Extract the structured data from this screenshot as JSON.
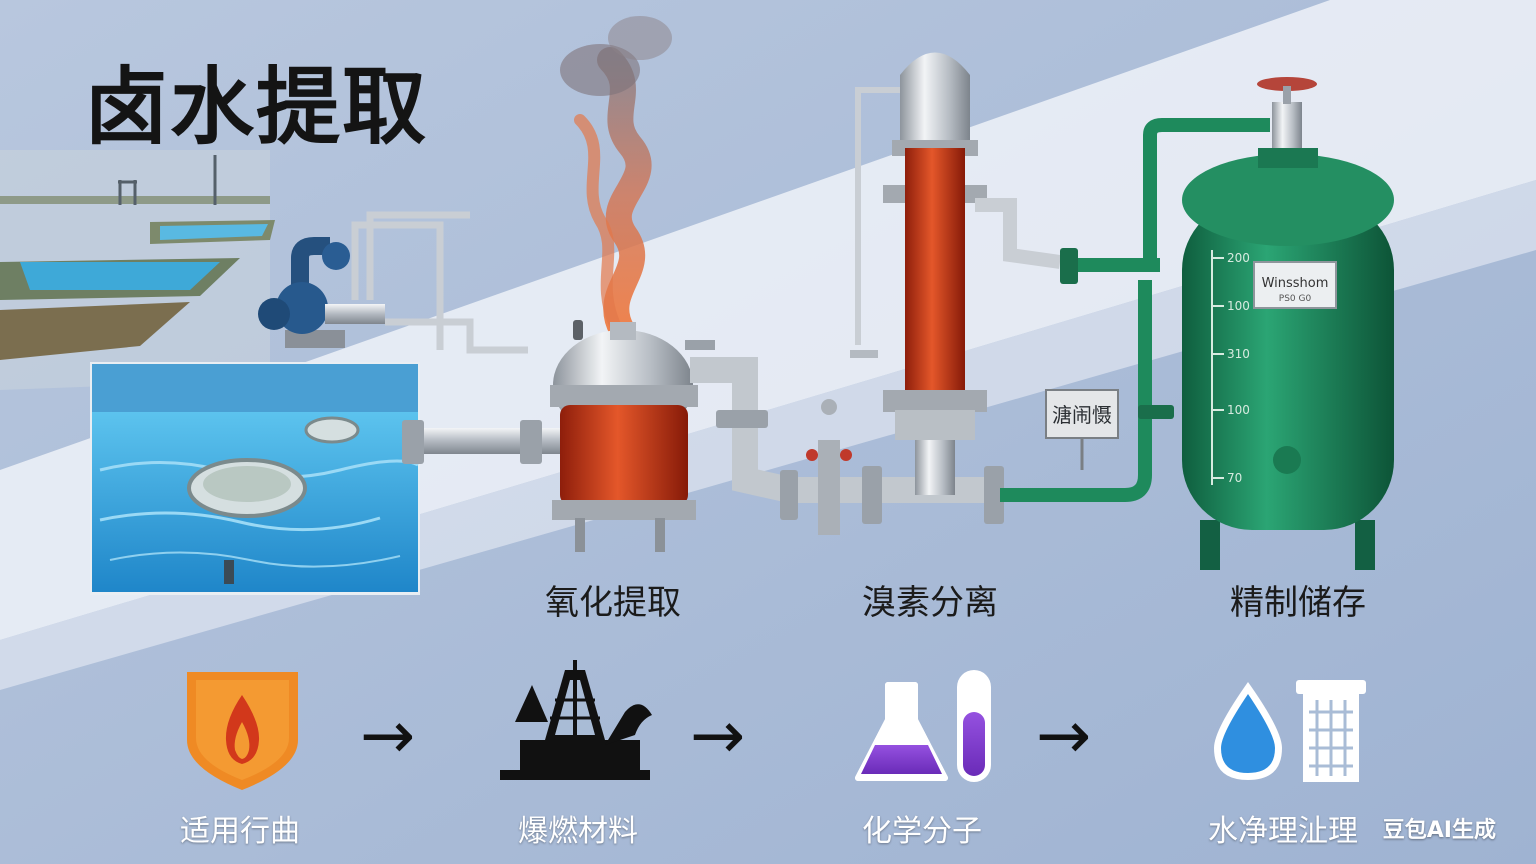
{
  "title": "卤水提取",
  "stages": [
    {
      "label": "氧化提取"
    },
    {
      "label": "溴素分离"
    },
    {
      "label": "精制储存"
    }
  ],
  "tank": {
    "nameplate_line1": "Winsshom",
    "nameplate_line2": "PS0 G0",
    "gauge_marks": [
      "200",
      "100",
      "310",
      "100",
      "70"
    ]
  },
  "side_sign": "溏闹慑",
  "applications": [
    {
      "label": "适用行曲",
      "icon": "fire-shield-icon"
    },
    {
      "label": "爆燃材料",
      "icon": "oil-derrick-icon"
    },
    {
      "label": "化学分子",
      "icon": "lab-glassware-icon"
    },
    {
      "label": "水净理沚理",
      "icon": "water-filter-icon"
    }
  ],
  "arrow_symbol": "→",
  "watermark": "豆包AI生成",
  "colors": {
    "pool_water": "#3fa9e0",
    "brine_red": "#c8401c",
    "tank_green": "#1f8a5e",
    "shield_orange": "#f08a24",
    "flask_purple": "#7a3bc9",
    "drop_blue": "#2f8fe0"
  }
}
